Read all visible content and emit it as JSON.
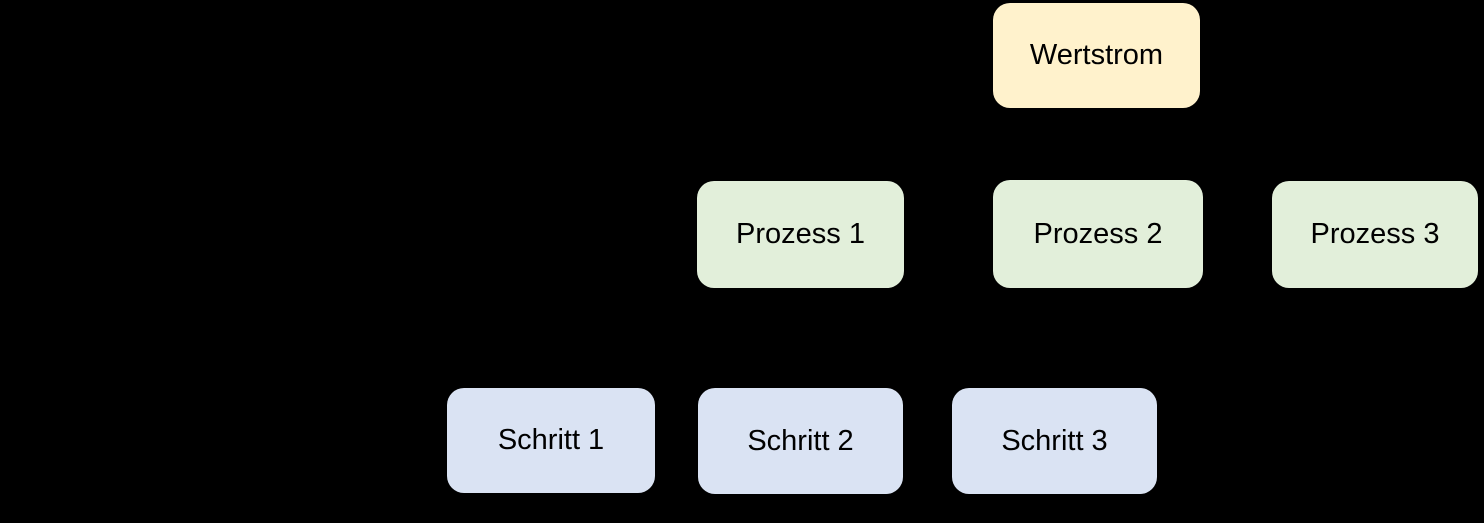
{
  "diagram": {
    "colors": {
      "background": "#000000",
      "text": "#000000",
      "root_fill": "#FFF2CC",
      "process_fill": "#E2EFDA",
      "step_fill": "#DAE3F3"
    },
    "nodes": {
      "root": {
        "label": "Wertstrom",
        "fill": "#FFF2CC"
      },
      "process_row": [
        {
          "label": "Prozess 1",
          "fill": "#E2EFDA"
        },
        {
          "label": "Prozess 2",
          "fill": "#E2EFDA"
        },
        {
          "label": "Prozess 3",
          "fill": "#E2EFDA"
        }
      ],
      "step_row": [
        {
          "label": "Schritt 1",
          "fill": "#DAE3F3"
        },
        {
          "label": "Schritt 2",
          "fill": "#DAE3F3"
        },
        {
          "label": "Schritt 3",
          "fill": "#DAE3F3"
        }
      ]
    }
  }
}
